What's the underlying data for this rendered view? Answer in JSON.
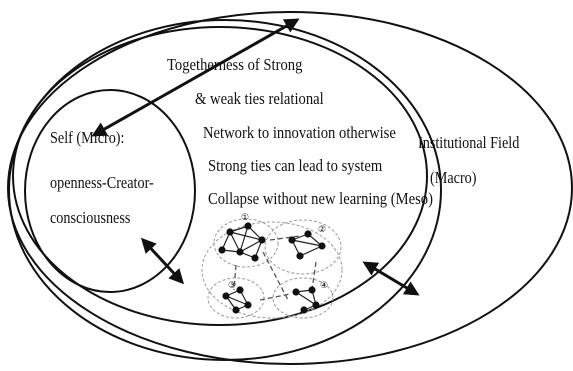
{
  "diagram": {
    "meso_lines": [
      "Togetherness of Strong",
      "& weak ties relational",
      "Network to innovation otherwise",
      "Strong ties can lead to system",
      "Collapse without new learning (Meso)"
    ],
    "micro_lines": [
      "Self (Micro):",
      "openness-Creator-",
      "consciousness"
    ],
    "macro_lines": [
      "Institutional Field",
      "(Macro)"
    ],
    "network_node_labels": [
      "①",
      "②",
      "③",
      "④"
    ],
    "colors": {
      "stroke": "#111111",
      "network_dash": "#9a9a9a",
      "background": "#ffffff"
    }
  }
}
